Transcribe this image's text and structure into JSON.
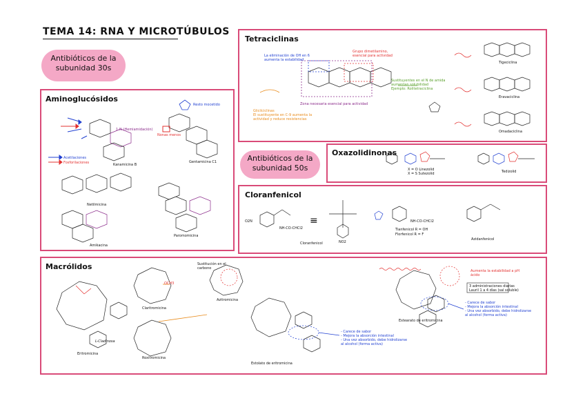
{
  "page": {
    "title": "TEMA 14: RNA Y MICROTÚBULOS"
  },
  "clouds": {
    "sub30_l1": "Antibióticos de la",
    "sub30_l2": "subunidad 30s",
    "sub50_l1": "Antibióticos de la",
    "sub50_l2": "subunidad 50s"
  },
  "sections": {
    "aminoglucosidos": {
      "heading": "Aminoglucósidos",
      "labels": {
        "kanamicina": "Kanamicina B",
        "gentamicina": "Gentamicina C1",
        "netilmicina": "Netilmicina",
        "paromomicina": "Paromomicina",
        "amikacina": "Amikacina",
        "acetilaciones": "Acetilaciones",
        "fosforilaciones": "Fosforilaciones",
        "hemiamidacion": "1-N-(Hemiamidación)",
        "nonas_menos": "Nonas menos",
        "resto_mocetido": "Resto mocetido"
      }
    },
    "tetraciclinas": {
      "heading": "Tetraciclinas",
      "notes": {
        "blue": "La eliminación de OH en 6 aumenta la estabilidad",
        "red_l1": "Grupo dimetilamino,",
        "red_l2": "esencial para actividad",
        "orange_l1": "Glicilciclinas",
        "orange_l2": "El sustituyente en C-9 aumenta la",
        "orange_l3": "actividad y reduce resistencias",
        "green_l1": "Sustituyentes en el N de amida",
        "green_l2": "aumentan solubilidad",
        "green_l3": "Ejemplo: Rolitetraciclina",
        "purple": "Zona necesaria esencial para actividad",
        "tigeciclina": "Tigeciclina",
        "eravaciclina": "Eravaciclina",
        "omadaciclina": "Omadaciclina"
      }
    },
    "oxazolidinonas": {
      "heading": "Oxazolidinonas",
      "labels": {
        "linezolid": "X = O  Linezolid",
        "sutezolid": "X = S  Sutezolid",
        "tedizolid": "Tedizolid"
      }
    },
    "cloranfenicol": {
      "heading": "Cloranfenicol",
      "labels": {
        "cloranfenicol": "Cloranfenicol",
        "tianfenicol": "Tianfenicol  R = OH",
        "florfenicol": "Florfenicol  R = F",
        "azidanfenicol": "Azidanfenicol",
        "ncocl": "NH-CO-CHCl2",
        "ncocl_b": "NH-CO-CHCl2",
        "o2n": "O2N",
        "no2": "NO2",
        "equiv": "≡"
      }
    },
    "macrolidos": {
      "heading": "Macrólidos",
      "labels": {
        "eritromicina": "Eritromicina",
        "claritromicina": "Claritromicina",
        "roxitromicina": "Roxitromicina",
        "azitromicina": "Azitromicina",
        "cladinosa": "L-Cladinosa",
        "carbono": "Sustitución en el carbono",
        "estolato": "Estolato de eritromicina",
        "estearato": "Estearato de eritromicina",
        "och3": "OCH3"
      },
      "notes": {
        "mid_l1": "- Carece de sabor",
        "mid_l2": "- Mejora la absorción intestinal",
        "mid_l3": "- Una vez absorbido, debe hidrolizarse",
        "mid_l4": "  al alcohol (forma activa)",
        "right_red_l1": "Aumenta la estabilidad a pH",
        "right_red_l2": "ácido",
        "right_box_l1": "3 administraciones diarias",
        "right_box_l2": "Lauril 1 a 4 días (sal soluble)",
        "right_l1": "- Carece de sabor",
        "right_l2": "- Mejora la absorción intestinal",
        "right_l3": "- Una vez absorbido, debe hidrolizarse",
        "right_l4": "  al alcohol (forma activa)"
      }
    }
  },
  "colors": {
    "border": "#d94a78",
    "cloud": "#f4a8c6",
    "blue": "#1f3fd1",
    "red": "#e3302f",
    "orange": "#e88a1a",
    "green": "#5aa02c",
    "purple": "#8a2a8a"
  }
}
